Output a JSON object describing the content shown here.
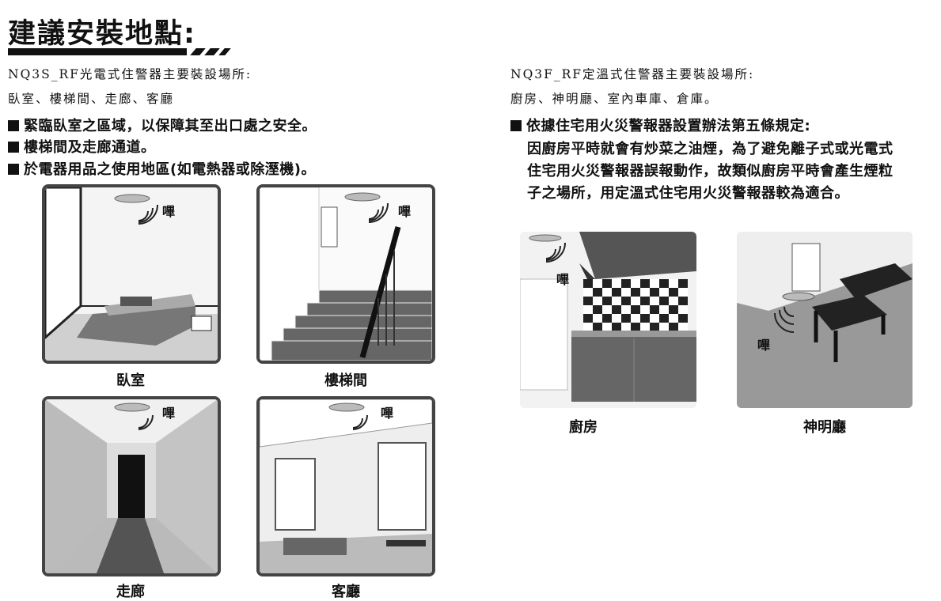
{
  "title": "建議安裝地點:",
  "left": {
    "model_line": "NQ3S_RF光電式住警器主要裝設場所:",
    "places_line": "臥室、樓梯間、走廊、客廳",
    "bullets": [
      "緊臨臥室之區域，以保障其至出口處之安全。",
      "樓梯間及走廊通道。",
      "於電器用品之使用地區(如電熱器或除溼機)。"
    ],
    "scenes": [
      {
        "caption": "臥室",
        "beep": "嗶"
      },
      {
        "caption": "樓梯間",
        "beep": "嗶"
      },
      {
        "caption": "走廊",
        "beep": "嗶"
      },
      {
        "caption": "客廳",
        "beep": "嗶"
      }
    ]
  },
  "right": {
    "model_line": "NQ3F_RF定溫式住警器主要裝設場所:",
    "places_line": "廚房、神明廳、室內車庫、倉庫。",
    "bullet": "依據住宅用火災警報器設置辦法第五條規定:",
    "bullet_cont": [
      "因廚房平時就會有炒菜之油煙，為了避免離子式或光電式",
      "住宅用火災警報器誤報動作，故類似廚房平時會產生煙粒",
      "子之場所，用定溫式住宅用火災警報器較為適合。"
    ],
    "scenes": [
      {
        "caption": "廚房",
        "beep": "嗶"
      },
      {
        "caption": "神明廳",
        "beep": "嗶"
      }
    ]
  }
}
